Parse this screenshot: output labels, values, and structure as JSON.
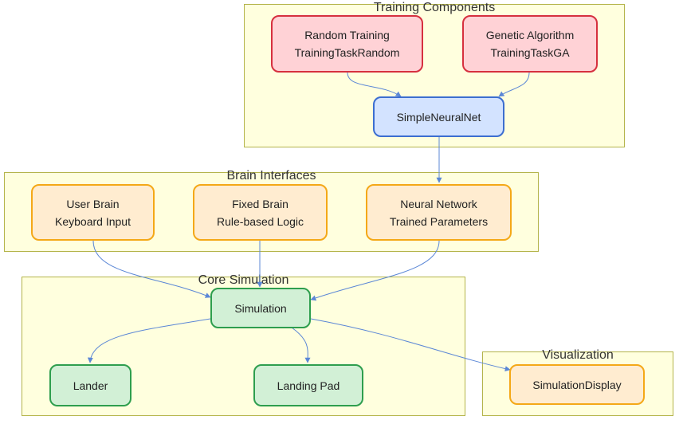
{
  "clusters": {
    "training": "Training Components",
    "brain": "Brain Interfaces",
    "core": "Core Simulation",
    "visual": "Visualization"
  },
  "nodes": {
    "random_training": {
      "line1": "Random Training",
      "line2": "TrainingTaskRandom"
    },
    "genetic_algorithm": {
      "line1": "Genetic Algorithm",
      "line2": "TrainingTaskGA"
    },
    "simple_neural_net": {
      "line1": "SimpleNeuralNet"
    },
    "user_brain": {
      "line1": "User Brain",
      "line2": "Keyboard Input"
    },
    "fixed_brain": {
      "line1": "Fixed Brain",
      "line2": "Rule-based Logic"
    },
    "neural_network": {
      "line1": "Neural Network",
      "line2": "Trained Parameters"
    },
    "simulation": {
      "line1": "Simulation"
    },
    "lander": {
      "line1": "Lander"
    },
    "landing_pad": {
      "line1": "Landing Pad"
    },
    "simulation_display": {
      "line1": "SimulationDisplay"
    }
  },
  "colors": {
    "cluster_fill": "#ffffde",
    "cluster_border": "#b4b44a",
    "edge": "#5b87d6",
    "training_fill": "#ffd2d6",
    "training_border": "#d6303f",
    "model_fill": "#d3e3ff",
    "model_border": "#3c6ed0",
    "brain_fill": "#ffecd0",
    "brain_border": "#f4a817",
    "core_fill": "#d2f0d6",
    "core_border": "#2e9e4e"
  }
}
